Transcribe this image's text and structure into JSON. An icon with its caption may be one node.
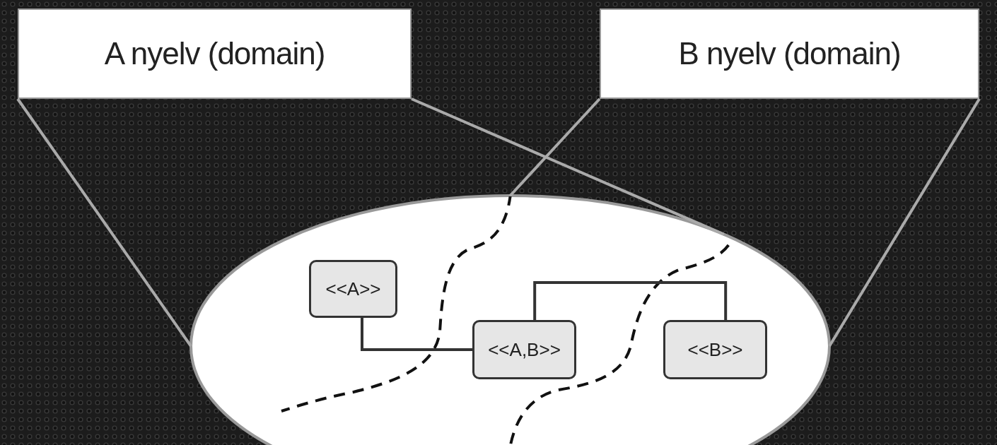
{
  "diagram": {
    "nodes": [
      {
        "text": [
          "A nyelv (domain)"
        ]
      },
      {
        "text": [
          "B nyelv (domain)"
        ]
      },
      {
        "text": [],
        "shape": "ellipse"
      },
      {
        "text": [
          "<<A>>"
        ],
        "in": 2
      },
      {
        "text": [
          "<<A,B>>"
        ],
        "in": 2
      },
      {
        "text": [
          "<<B>>"
        ],
        "in": 2
      }
    ],
    "edges": [
      {
        "from": 0,
        "to": 2,
        "arrow": "none"
      },
      {
        "from": 0,
        "to": 2,
        "arrow": "none"
      },
      {
        "from": 1,
        "to": 2,
        "arrow": "none"
      },
      {
        "from": 1,
        "to": 2,
        "arrow": "none"
      },
      {
        "from": 3,
        "to": 4,
        "arrow": "none",
        "color": "#333333"
      },
      {
        "from": 4,
        "to": 5,
        "arrow": "none",
        "color": "#333333"
      }
    ]
  }
}
